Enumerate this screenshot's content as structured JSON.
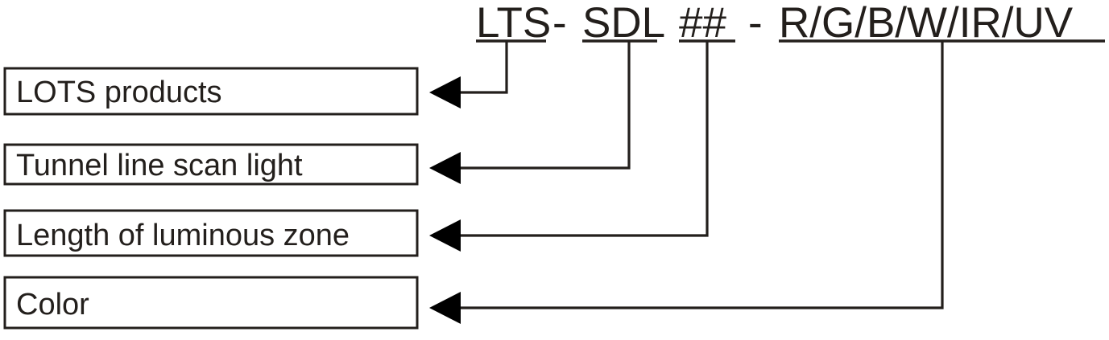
{
  "diagram": {
    "title": "LTS - SDL## - R/G/B/W/IR/UV",
    "type": "product-naming-convention-callout",
    "colors": {
      "ink": "#231f1c",
      "arrow": "#000000",
      "background": "#ffffff",
      "box_border": "#231f1c"
    },
    "code_line": {
      "segments": [
        {
          "key": "series",
          "text": "LTS",
          "underlined": true
        },
        {
          "key": "sep1",
          "text": "-",
          "underlined": false
        },
        {
          "key": "model",
          "text": "SDL",
          "underlined": true
        },
        {
          "key": "length",
          "text": "##",
          "underlined": true
        },
        {
          "key": "sep2",
          "text": "-",
          "underlined": false
        },
        {
          "key": "color",
          "text": "R/G/B/W/IR/UV",
          "underlined": true
        }
      ]
    },
    "callouts": [
      {
        "index": 1,
        "code_segment": "LTS",
        "label": "LOTS products"
      },
      {
        "index": 2,
        "code_segment": "SDL",
        "label": "Tunnel line scan light"
      },
      {
        "index": 3,
        "code_segment": "##",
        "label": "Length of luminous zone"
      },
      {
        "index": 4,
        "code_segment": "R/G/B/W/IR/UV",
        "label": "Color"
      }
    ]
  }
}
